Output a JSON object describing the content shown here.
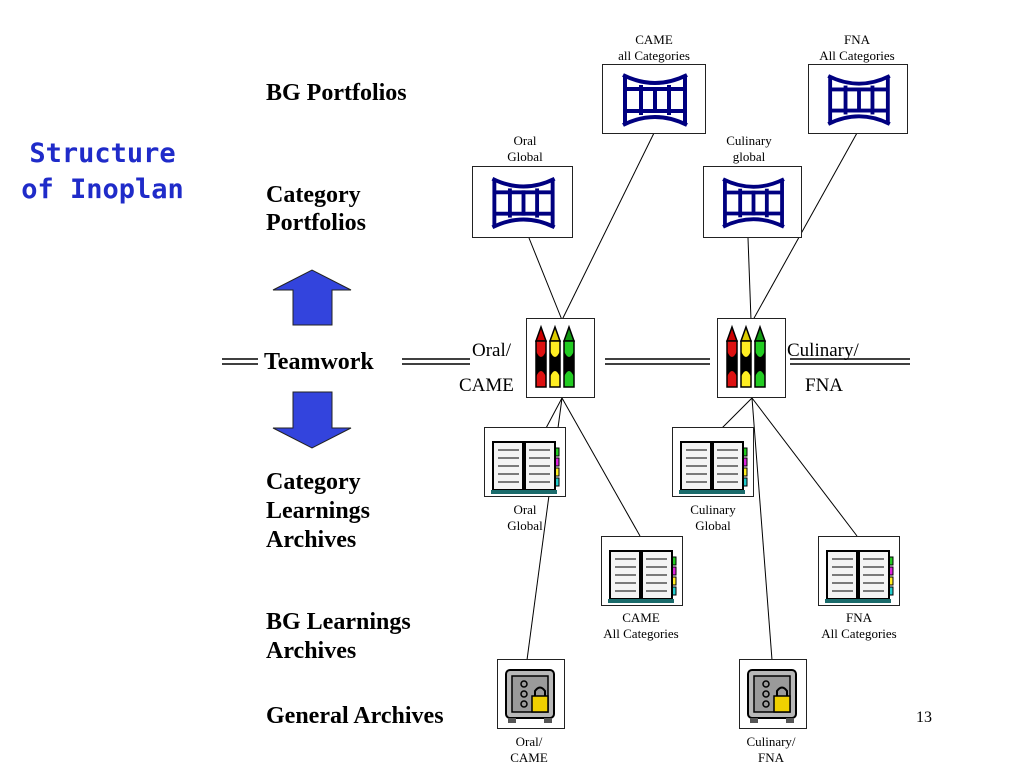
{
  "slide": {
    "title_line1": "Structure",
    "title_line2": "of Inoplan",
    "page_number": "13"
  },
  "levels": {
    "bg_portfolios": "BG Portfolios",
    "category_portfolios_1": "Category",
    "category_portfolios_2": "Portfolios",
    "teamwork": "Teamwork",
    "category_learnings_1": "Category",
    "category_learnings_2": "Learnings",
    "category_learnings_3": "Archives",
    "bg_learnings_1": "BG Learnings",
    "bg_learnings_2": "Archives",
    "general_archives": "General Archives"
  },
  "nodes": {
    "came_all_1": "CAME",
    "came_all_2": "all Categories",
    "fna_all_1": "FNA",
    "fna_all_2": "All Categories",
    "oral_global_p1": "Oral",
    "oral_global_p2": "Global",
    "culinary_global_p1": "Culinary",
    "culinary_global_p2": "global",
    "team_oral_1": "Oral/",
    "team_oral_2": "CAME",
    "team_culinary_1": "Culinary/",
    "team_culinary_2": "FNA",
    "oral_global_l1": "Oral",
    "oral_global_l2": "Global",
    "culinary_global_l1": "Culinary",
    "culinary_global_l2": "Global",
    "came_all_l1": "CAME",
    "came_all_l2": "All Categories",
    "fna_all_l1": "FNA",
    "fna_all_l2": "All Categories",
    "oral_came_a1": "Oral/",
    "oral_came_a2": "CAME",
    "culinary_fna_a1": "Culinary/",
    "culinary_fna_a2": "FNA"
  },
  "colors": {
    "title": "#1f2bc9",
    "arrow_fill": "#3344dd",
    "portfolio_icon": "#000080"
  }
}
